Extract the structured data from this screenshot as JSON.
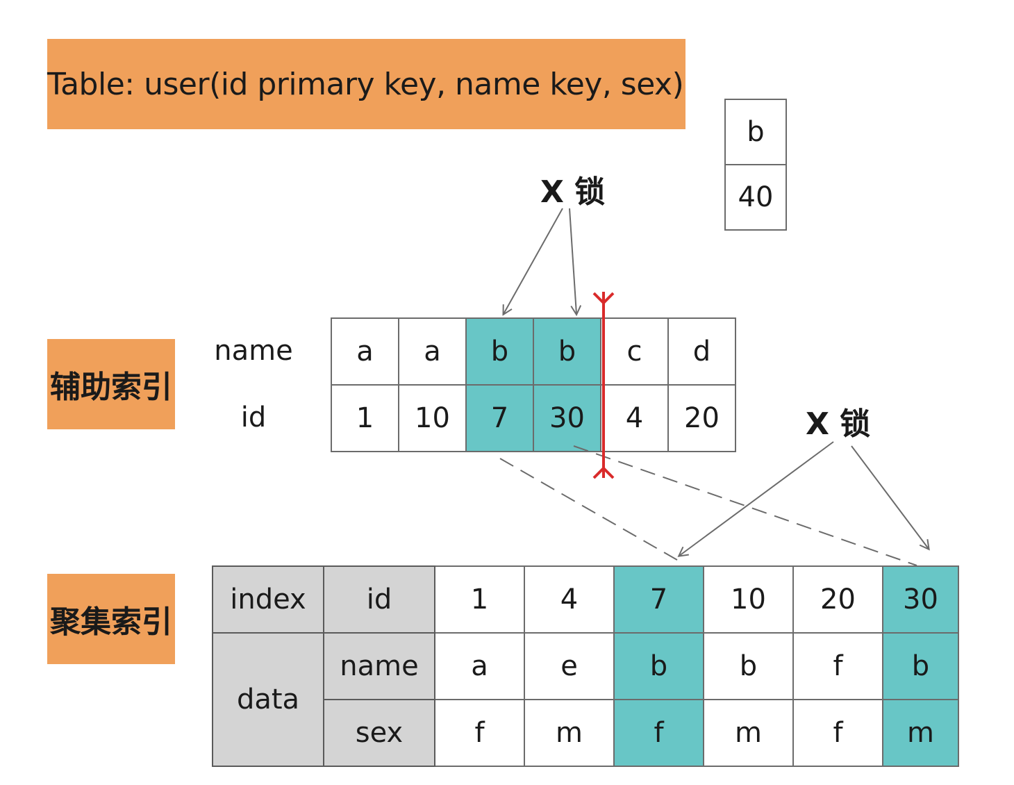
{
  "title": "Table: user(id primary key, name key, sex)",
  "secondary_index": {
    "label": "辅助索引",
    "row_labels": [
      "name",
      "id"
    ],
    "names": [
      "a",
      "a",
      "b",
      "b",
      "c",
      "d"
    ],
    "ids": [
      "1",
      "10",
      "7",
      "30",
      "4",
      "20"
    ]
  },
  "clustered_index": {
    "label": "聚集索引",
    "index_label": "index",
    "data_label": "data",
    "id_label": "id",
    "name_label": "name",
    "sex_label": "sex",
    "ids": [
      "1",
      "4",
      "7",
      "10",
      "20",
      "30"
    ],
    "names": [
      "a",
      "e",
      "b",
      "b",
      "f",
      "b"
    ],
    "sexes": [
      "f",
      "m",
      "f",
      "m",
      "f",
      "m"
    ]
  },
  "new_record": {
    "name": "b",
    "id": "40"
  },
  "locks": {
    "label_secondary": "X 锁",
    "label_clustered": "X 锁"
  },
  "colors": {
    "highlight": "#68c6c6",
    "orange": "#f0a05a",
    "gray": "#d4d4d4",
    "gap_lock_line": "#d92b2b"
  }
}
